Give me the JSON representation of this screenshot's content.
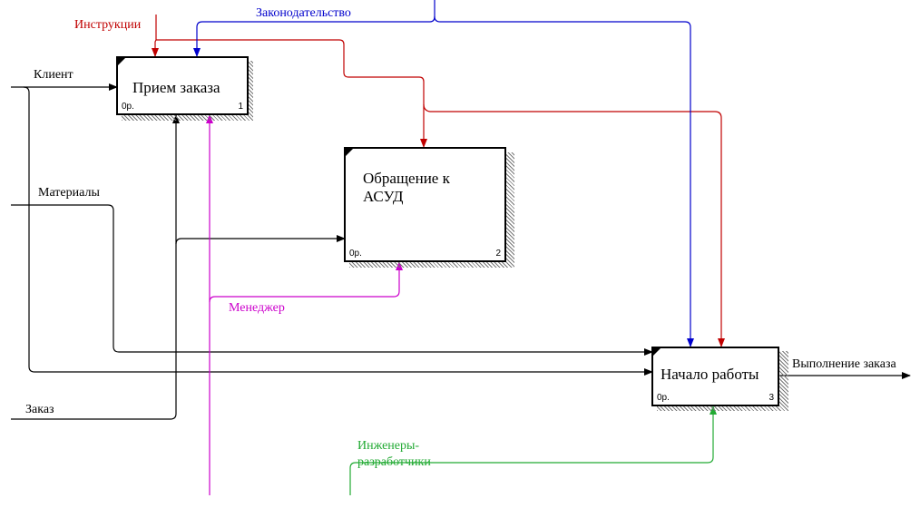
{
  "colors": {
    "input": "#000000",
    "control_red": "#c00000",
    "control_blue": "#0000cc",
    "mechanism_magenta": "#cc00cc",
    "mechanism_green": "#22aa33"
  },
  "activities": [
    {
      "title": "Прием заказа",
      "cost": "0р.",
      "number": "1"
    },
    {
      "title": "Обращение к АСУД",
      "cost": "0р.",
      "number": "2"
    },
    {
      "title": "Начало работы",
      "cost": "0р.",
      "number": "3"
    }
  ],
  "arrows": {
    "instructions": "Инструкции",
    "legislation": "Законодательство",
    "client": "Клиент",
    "materials": "Материалы",
    "order": "Заказ",
    "manager": "Менеджер",
    "engineers": "Инженеры-разработчики",
    "output": "Выполнение заказа"
  }
}
